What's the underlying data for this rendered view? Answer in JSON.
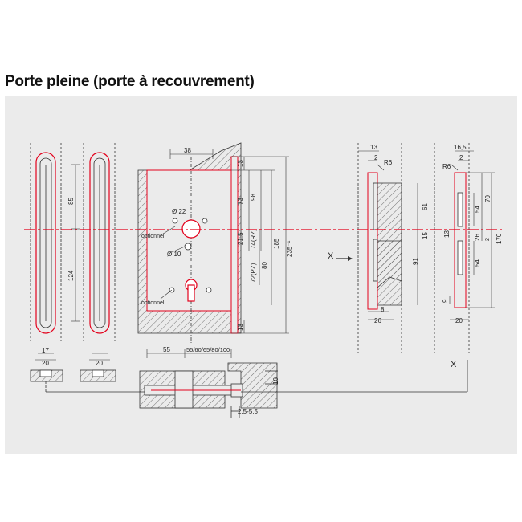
{
  "page": {
    "title": "Porte pleine (porte à recouvrement)"
  },
  "colors": {
    "background_panel": "#ebebeb",
    "line": "#333333",
    "accent": "#e3001b",
    "hatch": "#555555"
  },
  "labels": {
    "optional_1": "optionnel",
    "optional_2": "optionnel",
    "diam_22": "Ø 22",
    "diam_10": "Ø 10",
    "section_mark": "X",
    "section_mark_2": "X",
    "radius_1": "R6",
    "radius_2": "R6"
  },
  "dimensions": {
    "front_plate": {
      "d85": "85",
      "d124": "124",
      "d17": "17",
      "d20a": "20",
      "d20b": "20"
    },
    "lock_body": {
      "d38": "38",
      "d13_top": "13",
      "d73": "73",
      "d98": "98",
      "d215": "21,5",
      "d74rz": "74(RZ)",
      "d72pz": "72(PZ)",
      "d80": "80",
      "d185": "185",
      "d235": "235⁻¹",
      "d13_bottom": "13",
      "d55": "55",
      "d_backset": "55/60/65/80/100",
      "d10": "10",
      "d25_55": "2,5-5,5"
    },
    "strike_left": {
      "d13": "13",
      "d2": "2",
      "d61": "61",
      "d15": "15",
      "d91": "91",
      "d8": "8",
      "d26": "26"
    },
    "strike_right": {
      "d165": "16,5",
      "d2a": "2",
      "d70": "70",
      "d54a": "54",
      "d13": "13",
      "d2b": "2",
      "d26": "26",
      "d170": "170",
      "d54b": "54",
      "d9": "9",
      "d20": "20"
    }
  }
}
